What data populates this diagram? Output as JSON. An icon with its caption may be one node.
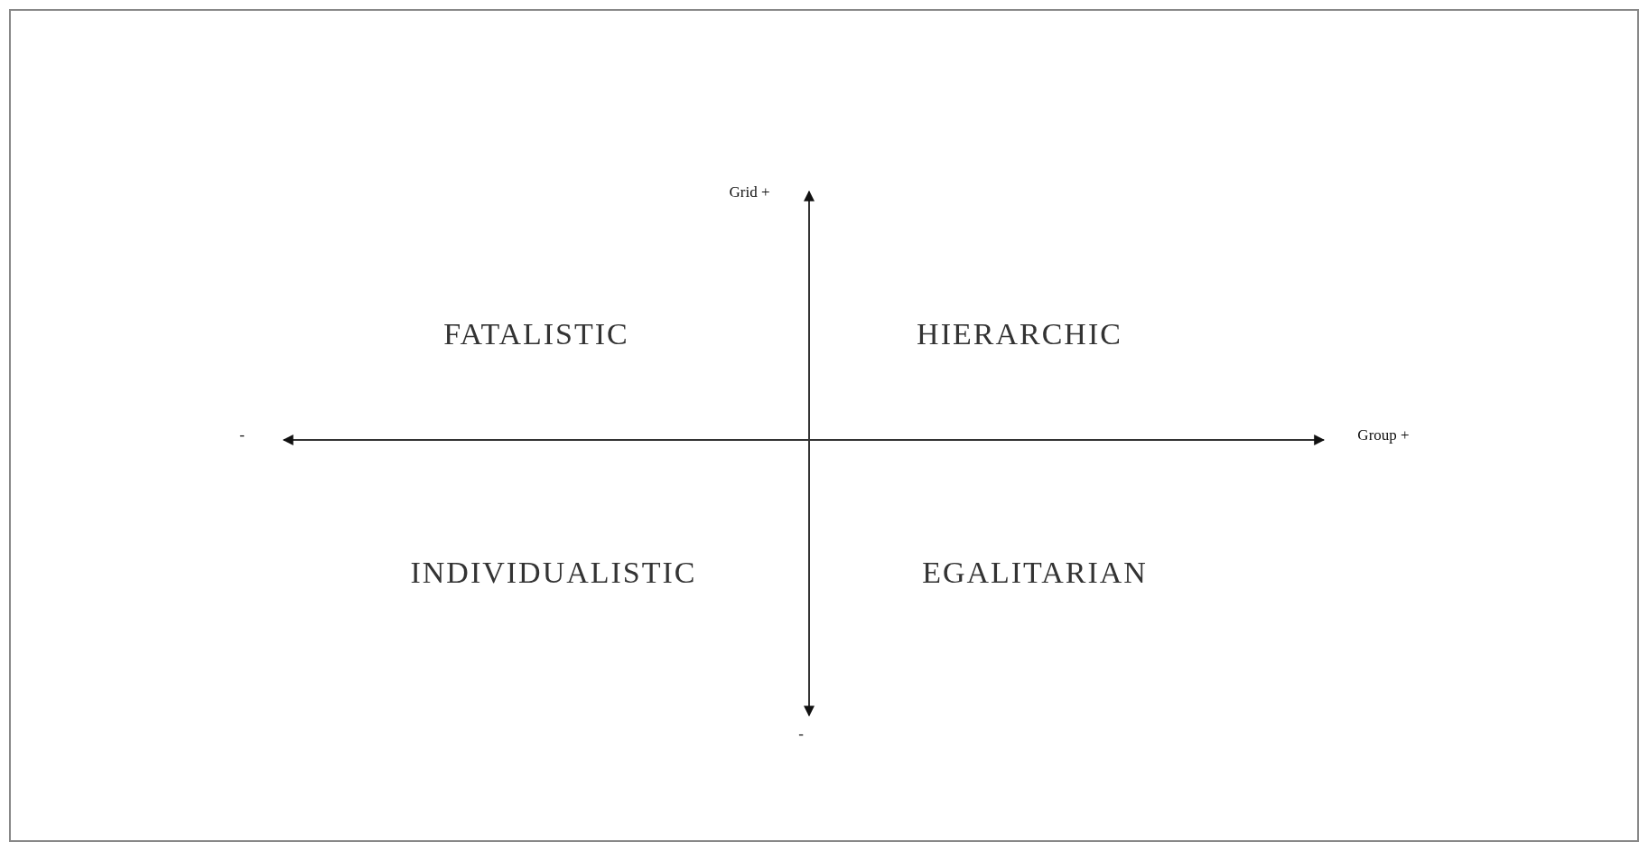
{
  "diagram": {
    "labels": [
      "Grid +",
      "FATALISTIC",
      "HIERARCHIC",
      "-",
      "Group +",
      "INDIVIDUALISTIC",
      "EGALITARIAN",
      "-"
    ]
  }
}
